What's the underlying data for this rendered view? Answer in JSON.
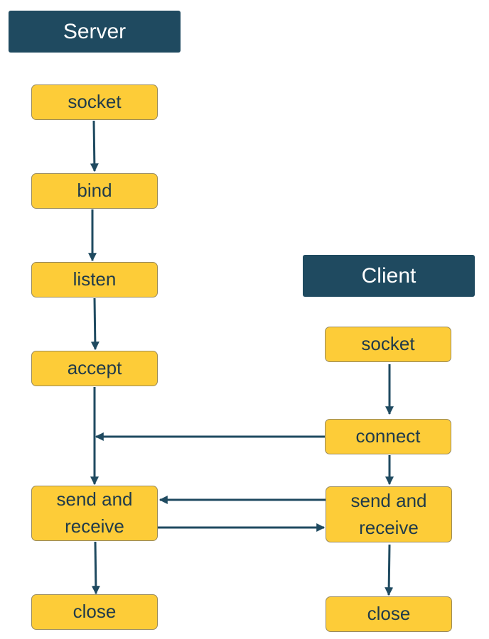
{
  "colors": {
    "header_bg": "#1f4a60",
    "node_fill": "#fdcc38",
    "arrow": "#1f4a60"
  },
  "server": {
    "title": "Server",
    "steps": {
      "socket": "socket",
      "bind": "bind",
      "listen": "listen",
      "accept": "accept",
      "send_receive_1": "send and",
      "send_receive_2": "receive",
      "close": "close"
    }
  },
  "client": {
    "title": "Client",
    "steps": {
      "socket": "socket",
      "connect": "connect",
      "send_receive_1": "send and",
      "send_receive_2": "receive",
      "close": "close"
    }
  }
}
